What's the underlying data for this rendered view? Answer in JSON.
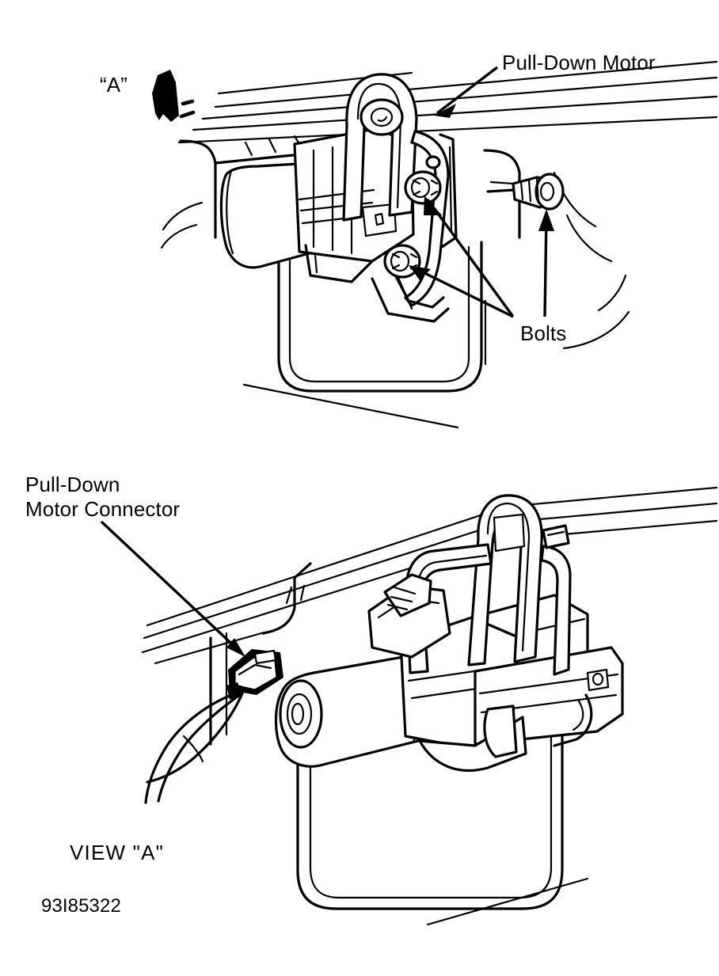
{
  "document": {
    "type": "automotive-service-line-drawing",
    "figure_number": "93I85322",
    "ink_color": "#000000",
    "background_color": "#ffffff"
  },
  "labels": {
    "pull_down_motor": "Pull-Down Motor",
    "bolts": "Bolts",
    "view_a_marker": "“A”",
    "pull_down_motor_connector": "Pull-Down\nMotor Connector",
    "view_a_caption": "VIEW \"A\"",
    "figure_number": "93I85322"
  },
  "views": {
    "top": {
      "name": "main-installed-view",
      "callouts": [
        "Pull-Down Motor",
        "Bolts"
      ],
      "view_direction_marker": "“A”",
      "components": [
        "pull-down motor body",
        "gear housing",
        "mounting bracket",
        "U-shaped latch striker",
        "two mounting bolts installed",
        "two loose bolts",
        "body panel opening"
      ]
    },
    "bottom": {
      "name": "view-a-detail",
      "caption": "VIEW \"A\"",
      "callouts": [
        "Pull-Down Motor Connector"
      ],
      "components": [
        "pull-down motor body",
        "gear housing",
        "U-shaped latch striker",
        "electrical connector",
        "wire harness leads",
        "body panel opening"
      ]
    }
  }
}
